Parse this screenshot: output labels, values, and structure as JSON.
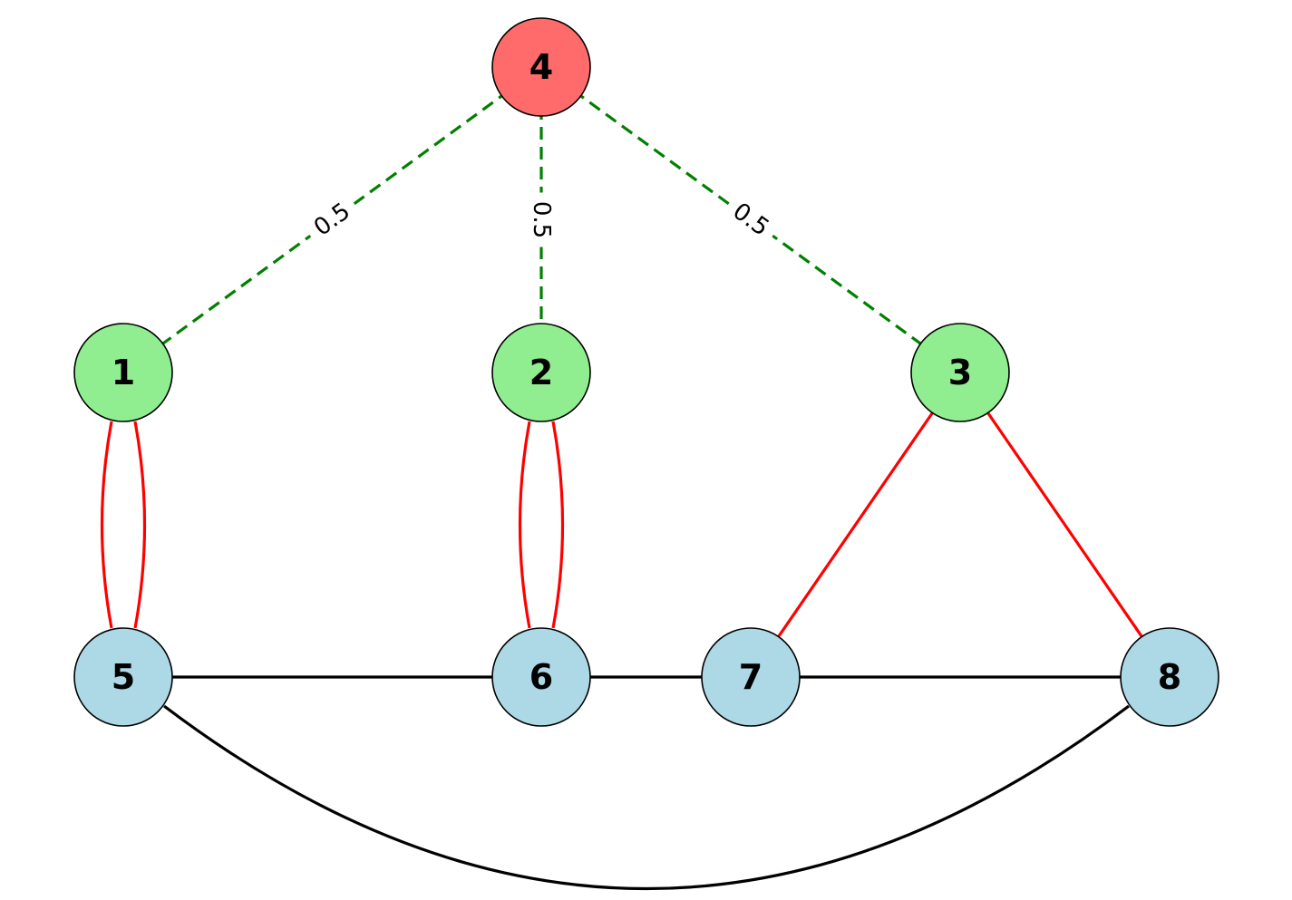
{
  "colors": {
    "root_node": "#ff6b6b",
    "middle_node": "#90ee90",
    "bottom_node": "#add8e6",
    "weighted_edge": "#008000",
    "red_edge": "#ff0000",
    "black_edge": "#000000"
  },
  "nodes": [
    {
      "id": "4",
      "label": "4",
      "group": "root_node"
    },
    {
      "id": "1",
      "label": "1",
      "group": "middle_node"
    },
    {
      "id": "2",
      "label": "2",
      "group": "middle_node"
    },
    {
      "id": "3",
      "label": "3",
      "group": "middle_node"
    },
    {
      "id": "5",
      "label": "5",
      "group": "bottom_node"
    },
    {
      "id": "6",
      "label": "6",
      "group": "bottom_node"
    },
    {
      "id": "7",
      "label": "7",
      "group": "bottom_node"
    },
    {
      "id": "8",
      "label": "8",
      "group": "bottom_node"
    }
  ],
  "edges": [
    {
      "from": "4",
      "to": "1",
      "style": "dashed",
      "color": "weighted_edge",
      "label": "0.5"
    },
    {
      "from": "4",
      "to": "2",
      "style": "dashed",
      "color": "weighted_edge",
      "label": "0.5"
    },
    {
      "from": "4",
      "to": "3",
      "style": "dashed",
      "color": "weighted_edge",
      "label": "0.5"
    },
    {
      "from": "1",
      "to": "5",
      "style": "solid",
      "color": "red_edge",
      "curve": "left"
    },
    {
      "from": "1",
      "to": "5",
      "style": "solid",
      "color": "red_edge",
      "curve": "right"
    },
    {
      "from": "2",
      "to": "6",
      "style": "solid",
      "color": "red_edge",
      "curve": "left"
    },
    {
      "from": "2",
      "to": "6",
      "style": "solid",
      "color": "red_edge",
      "curve": "right"
    },
    {
      "from": "3",
      "to": "7",
      "style": "solid",
      "color": "red_edge"
    },
    {
      "from": "3",
      "to": "8",
      "style": "solid",
      "color": "red_edge"
    },
    {
      "from": "5",
      "to": "6",
      "style": "solid",
      "color": "black_edge"
    },
    {
      "from": "6",
      "to": "7",
      "style": "solid",
      "color": "black_edge"
    },
    {
      "from": "7",
      "to": "8",
      "style": "solid",
      "color": "black_edge"
    },
    {
      "from": "5",
      "to": "8",
      "style": "solid",
      "color": "black_edge",
      "curve": "below"
    }
  ]
}
